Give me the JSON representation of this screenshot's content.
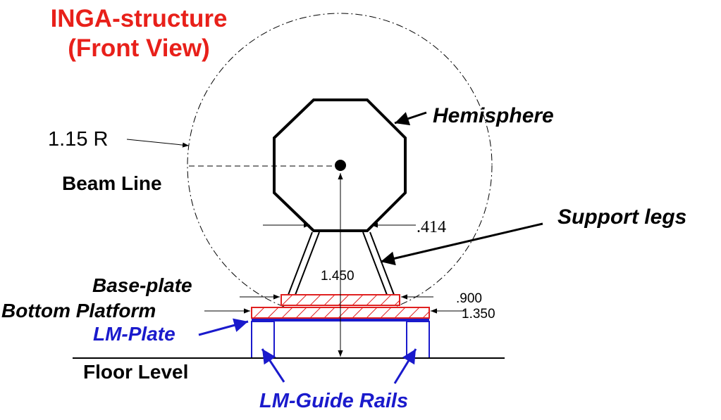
{
  "title": {
    "line1": "INGA-structure",
    "line2": "(Front View)"
  },
  "labels": {
    "hemisphere": "Hemisphere",
    "radius": "1.15 R",
    "beam_line": "Beam Line",
    "support_legs": "Support legs",
    "base_plate": "Base-plate",
    "bottom_platform": "Bottom Platform",
    "lm_plate": "LM-Plate",
    "floor_level": "Floor Level",
    "lm_guide_rails": "LM-Guide Rails"
  },
  "dimensions": {
    "leg_top_width": ".414",
    "beam_height": "1.450",
    "base_plate_width": ".900",
    "platform_width": "1.350"
  },
  "colors": {
    "title": "#e8201a",
    "platform": "#e02020",
    "lm_parts": "#1a1acc",
    "lines": "#000000"
  }
}
